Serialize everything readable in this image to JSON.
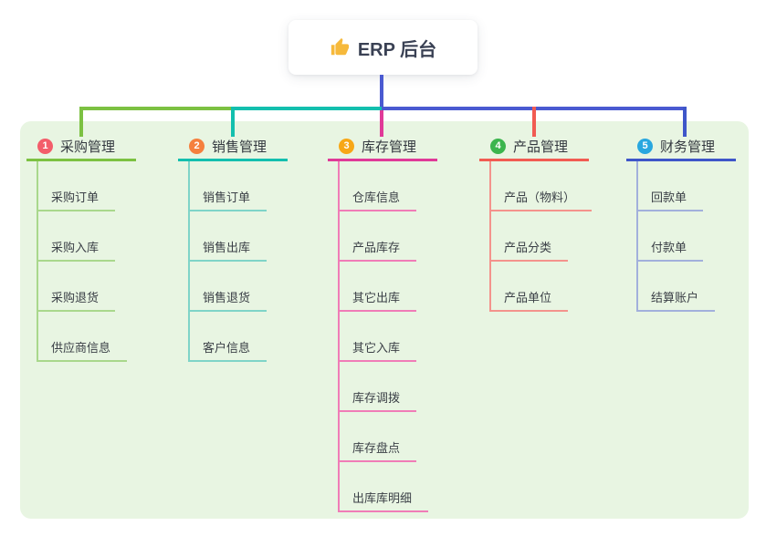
{
  "root": {
    "icon": "thumbs-up-icon",
    "title": "ERP 后台"
  },
  "canvas": {
    "background": "#FFFFFF",
    "panel_background": "#E8F5E2",
    "trunk_color": "#4A5AD1",
    "header_text_color": "#33383F",
    "child_text_color": "#3A3F46",
    "thumb_color": "#F6B93B"
  },
  "branches": [
    {
      "badge": {
        "number": "1",
        "color": "#F35D6A"
      },
      "title": "采购管理",
      "line_color": "#7CC142",
      "child_line_color": "#A9D88C",
      "children": [
        "采购订单",
        "采购入库",
        "采购退货",
        "供应商信息"
      ]
    },
    {
      "badge": {
        "number": "2",
        "color": "#F5803E"
      },
      "title": "销售管理",
      "line_color": "#13BFAE",
      "child_line_color": "#7FD4C8",
      "children": [
        "销售订单",
        "销售出库",
        "销售退货",
        "客户信息"
      ]
    },
    {
      "badge": {
        "number": "3",
        "color": "#F7A716"
      },
      "title": "库存管理",
      "line_color": "#E03A98",
      "child_line_color": "#F07CB7",
      "children": [
        "仓库信息",
        "产品库存",
        "其它出库",
        "其它入库",
        "库存调拨",
        "库存盘点",
        "出库库明细"
      ]
    },
    {
      "badge": {
        "number": "4",
        "color": "#3CB54E"
      },
      "title": "产品管理",
      "line_color": "#F15B52",
      "child_line_color": "#F4938C",
      "children": [
        "产品（物料）",
        "产品分类",
        "产品单位"
      ]
    },
    {
      "badge": {
        "number": "5",
        "color": "#29A7DF"
      },
      "title": "财务管理",
      "line_color": "#3E56C9",
      "child_line_color": "#A2B0DC",
      "children": [
        "回款单",
        "付款单",
        "结算账户"
      ]
    }
  ]
}
